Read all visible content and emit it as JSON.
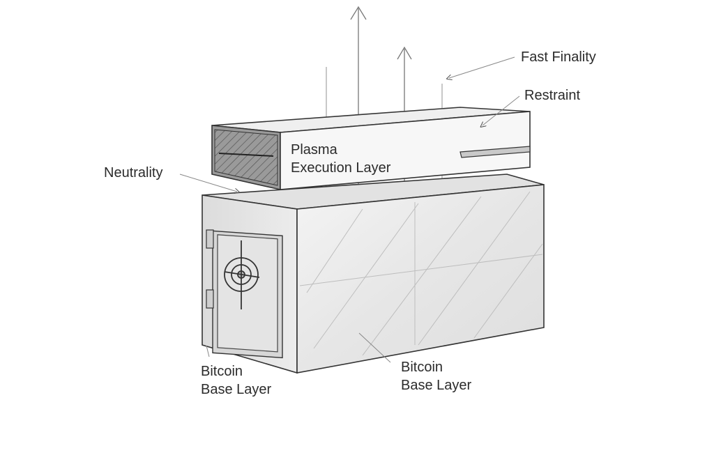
{
  "labels": {
    "fast_finality": "Fast Finality",
    "restraint": "Restraint",
    "neutrality": "Neutrality",
    "plasma_line1": "Plasma",
    "plasma_line2": "Execution Layer",
    "base_left_line1": "Bitcoin",
    "base_left_line2": "Base Layer",
    "base_right_line1": "Bitcoin",
    "base_right_line2": "Base Layer"
  },
  "colors": {
    "ink": "#2b2b2b",
    "shade_light": "#e9e9e9",
    "shade_mid": "#d4d4d4",
    "shade_dark": "#6a6a6a"
  }
}
